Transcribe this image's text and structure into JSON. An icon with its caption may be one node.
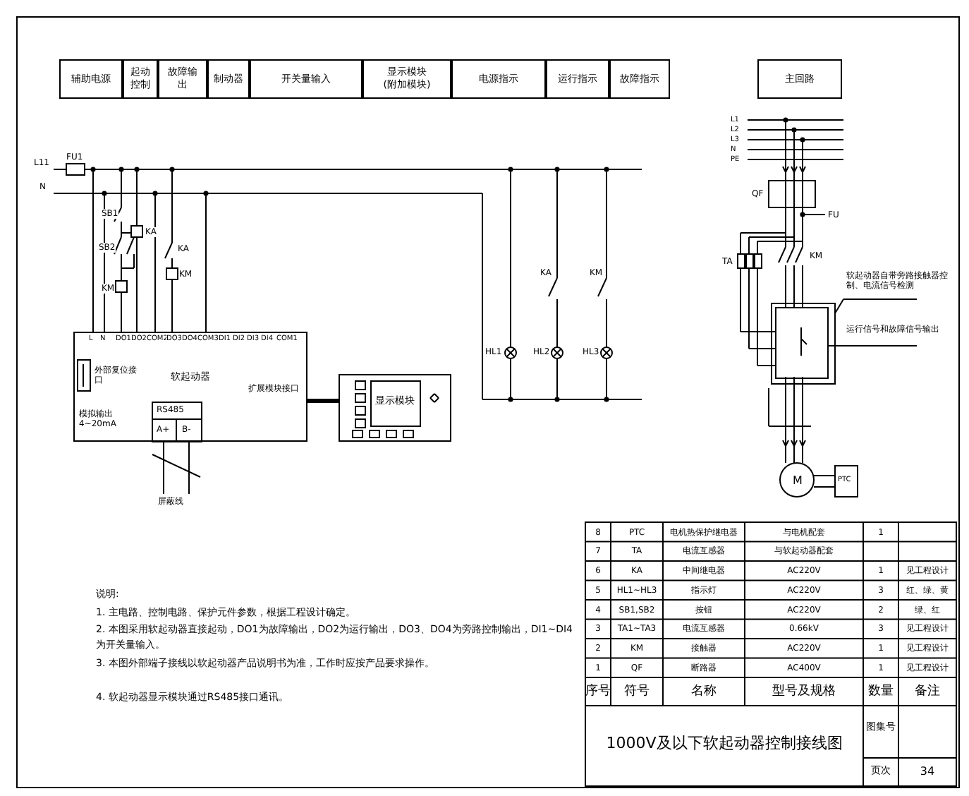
{
  "diagram": {
    "nodes": [
      {
        "text": [
          "辅助电源"
        ]
      },
      {
        "text": [
          "起动控制"
        ]
      },
      {
        "text": [
          "故障输出"
        ]
      },
      {
        "text": [
          "制动器"
        ]
      },
      {
        "text": [
          "开关量输入"
        ]
      },
      {
        "text": [
          "显示模块",
          "(附加模块)"
        ]
      },
      {
        "text": [
          "电源指示"
        ]
      },
      {
        "text": [
          "运行指示"
        ]
      },
      {
        "text": [
          "故障指示"
        ]
      },
      {
        "text": [
          "主回路"
        ]
      },
      {
        "text": [
          "软起动器"
        ]
      },
      {
        "text": [
          "显示模块"
        ]
      }
    ],
    "edges": [
      {
        "from": 10,
        "to": 11,
        "arrow": "none"
      }
    ],
    "labels": [
      "L11",
      "FU1",
      "N",
      "SB1",
      "SB2",
      "KM",
      "KA",
      "KA",
      "KM",
      "L",
      "N",
      "DO1",
      "DO2",
      "COM2",
      "DO3",
      "DO4",
      "COM3",
      "DI1",
      "DI2",
      "DI3",
      "DI4",
      "COM1",
      "外部复位接口",
      "模拟输出 4~20mA",
      "扩展模块接口",
      "RS485",
      "A+",
      "B-",
      "屏蔽线",
      "HL1",
      "HL2",
      "HL3",
      "KA",
      "KM",
      "L1",
      "L2",
      "L3",
      "N",
      "PE",
      "QF",
      "FU",
      "KM",
      "TA",
      "软起动器自带旁路接触器控制、电流信号检测",
      "运行信号和故障信号输出",
      "M",
      "PTC",
      "说明:",
      "1. 主电路、控制电路、保护元件参数，根据工程设计确定。",
      "2. 本图采用软起动器直接起动，DO1为故障输出，DO2为运行输出，DO3、DO4为旁路控制输出，DI1~DI4为开关量输入。",
      "3. 本图外部端子接线以软起动器产品说明书为准，工作时应按产品要求操作。",
      "4. 软起动器显示模块通过RS485接口通讯。",
      "8",
      "PTC",
      "电机热保护继电器",
      "与电机配套",
      "1",
      "7",
      "TA",
      "电流互感器",
      "与软起动器配套",
      "6",
      "KA",
      "中间继电器",
      "AC220V",
      "1",
      "见工程设计",
      "5",
      "HL1~HL3",
      "指示灯",
      "AC220V",
      "3",
      "红、绿、黄",
      "4",
      "SB1,SB2",
      "按钮",
      "AC220V",
      "2",
      "绿、红",
      "3",
      "TA1~TA3",
      "电流互感器",
      "0.66kV",
      "3",
      "见工程设计",
      "2",
      "KM",
      "接触器",
      "AC220V",
      "1",
      "见工程设计",
      "1",
      "QF",
      "断路器",
      "AC400V",
      "1",
      "见工程设计",
      "序号",
      "符号",
      "名称",
      "型号及规格",
      "数量",
      "备注",
      "1000V及以下软起动器控制接线图",
      "图集号",
      "页次",
      "34"
    ]
  }
}
